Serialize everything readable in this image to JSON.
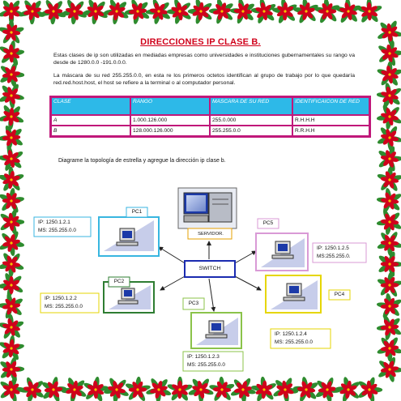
{
  "title": "DIRECCIONES IP CLASE B.",
  "paragraph1": "Estas clases de ip son utilizadas en mediadas empresas como universidades e instituciones gubernamentales su rango va desde de 1280.0.0 -191.0.0.0.",
  "paragraph2": "La máscara de su red 255.255.0.0, en esta re los primeros octetos identifican al grupo de trabajo por lo que quedaría red.red.host.host, el host se refiere a la terminal o al computador personal.",
  "table": {
    "headers": [
      "CLASE",
      "RANGO",
      "MASCARA DE SU RED",
      "IDENTIFICAICON DE RED"
    ],
    "rows": [
      [
        "A",
        "1.000.126.000",
        "255.0.000",
        "R.H.H.H"
      ],
      [
        "B",
        "128.000.126.000",
        "255.255.0.0",
        "R.R.H.H"
      ]
    ]
  },
  "caption": "Diagrame la topología de estrella y agregue la dirección ip clase b.",
  "diagram": {
    "server_label": "SERVIDOR.",
    "switch_label": "SWITCH",
    "pc1": {
      "name": "PC1",
      "ip": "IP: 1250.1.2.1",
      "ms": "MS: 255.255.0.0"
    },
    "pc2": {
      "name": "PC2",
      "ip": "IP: 1250.1.2.2",
      "ms": "MS: 255.255.0.0"
    },
    "pc3": {
      "name": "PC3",
      "ip": "IP: 1250.1.2.3",
      "ms": "MS: 255.255.0.0"
    },
    "pc4": {
      "name": "PC4",
      "ip": "IP: 1250.1.2.4",
      "ms": "MS: 255.255.0.0"
    },
    "pc5": {
      "name": "PC5",
      "ip": "IP: 1250.1.2.5",
      "ms": "MS:255.255.0."
    }
  },
  "colors": {
    "title": "#d0021b",
    "table_border": "#c0187a",
    "table_header": "#2db9e8",
    "border_leaf": "#2e8b2e",
    "border_flower": "#d0021b",
    "switch_border": "#1a2bb0"
  }
}
